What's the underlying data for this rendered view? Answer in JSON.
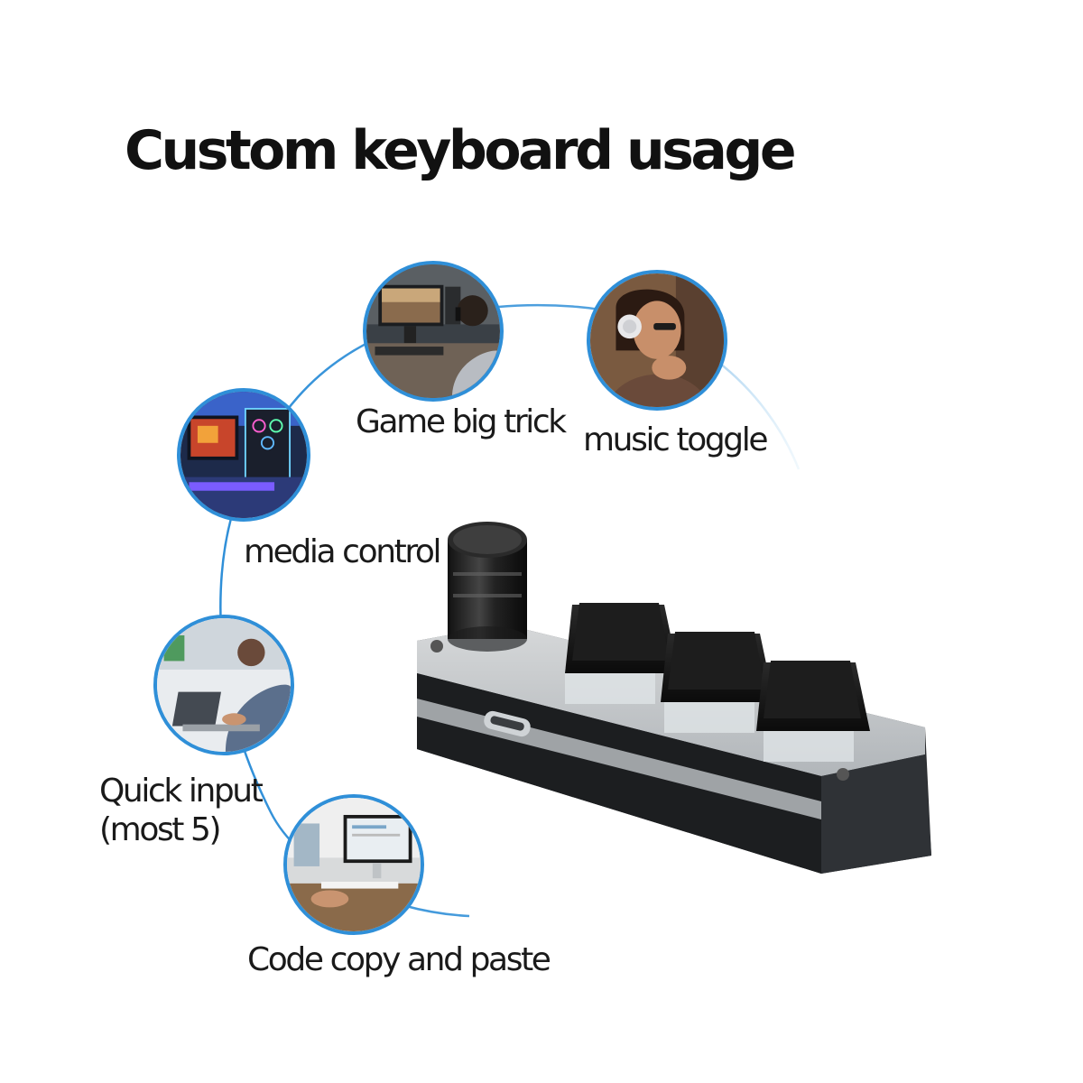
{
  "title": "Custom keyboard usage",
  "accent_color": "#2f8fd8",
  "usages": [
    {
      "id": "game",
      "label": "Game big trick",
      "icon": "gamer-at-desk-photo"
    },
    {
      "id": "music",
      "label": "music toggle",
      "icon": "person-with-headphones-photo"
    },
    {
      "id": "media",
      "label": "media control",
      "icon": "rgb-pc-setup-photo"
    },
    {
      "id": "quick",
      "label_lines": [
        "Quick input",
        "(most 5)"
      ],
      "icon": "laptop-typing-photo"
    },
    {
      "id": "code",
      "label": "Code copy and paste",
      "icon": "desk-computer-photo"
    }
  ],
  "product": {
    "name_icon": "macro-keypad-3-key-with-knob",
    "keys": 3,
    "knob": true,
    "port": "usb-c"
  }
}
